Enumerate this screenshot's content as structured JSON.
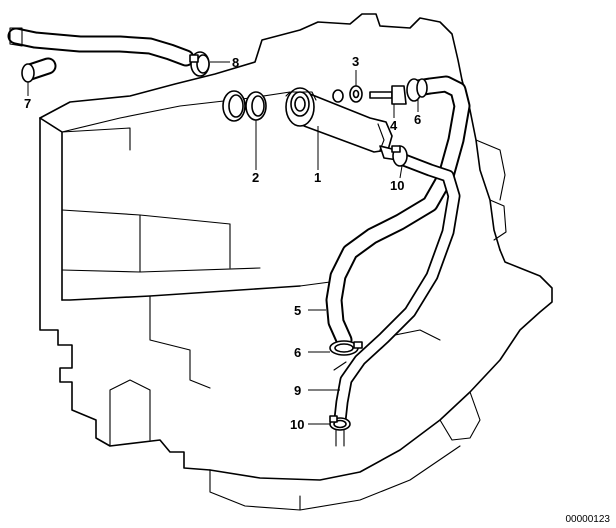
{
  "callouts": {
    "c1": "1",
    "c2": "2",
    "c3": "3",
    "c4": "4",
    "c5": "5",
    "c6_top": "6",
    "c6_mid": "6",
    "c7": "7",
    "c8": "8",
    "c9": "9",
    "c10_top": "10",
    "c10_bottom": "10"
  },
  "document_id": "00000123"
}
